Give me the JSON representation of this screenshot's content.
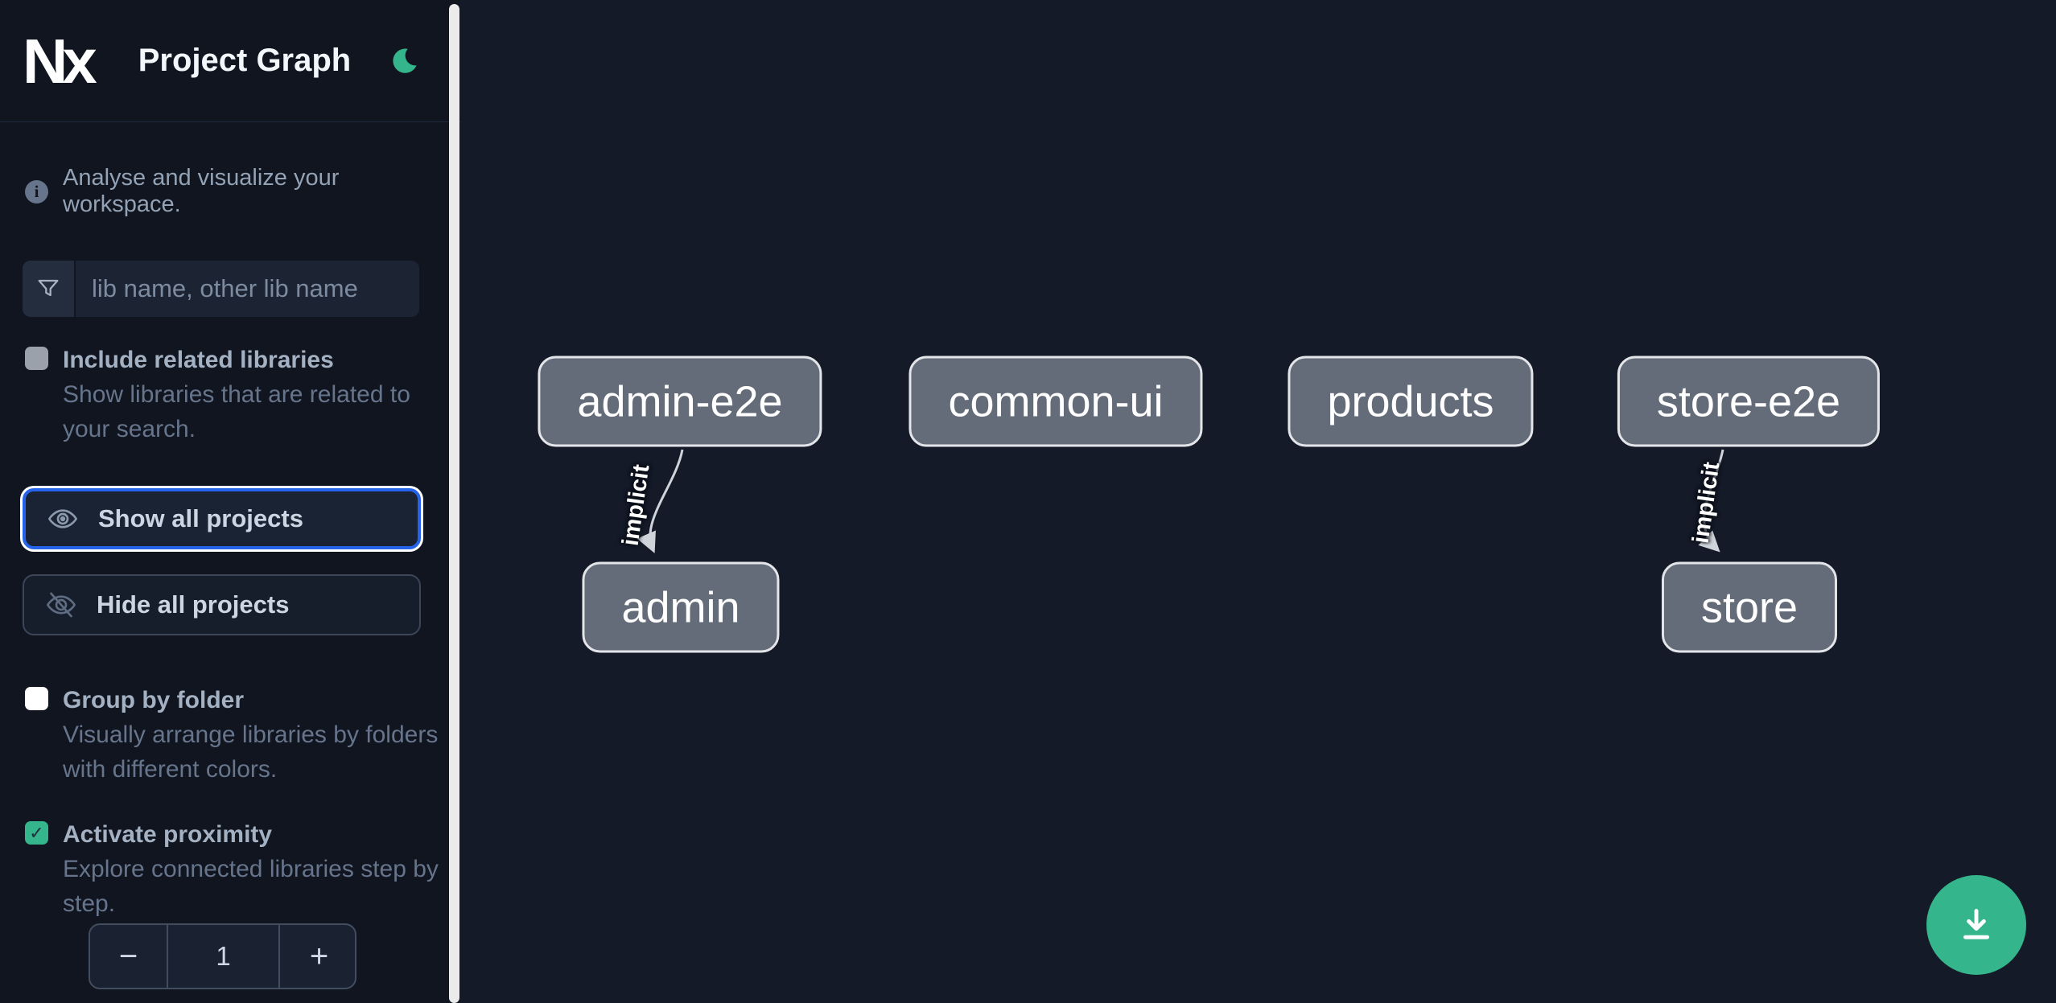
{
  "header": {
    "logo_text": "Nx",
    "title": "Project Graph"
  },
  "sidebar": {
    "info_glyph": "i",
    "tagline": "Analyse and visualize your workspace.",
    "search": {
      "placeholder": "lib name, other lib name",
      "value": ""
    },
    "include_related": {
      "label": "Include related libraries",
      "description": "Show libraries that are related to your search.",
      "checked": false
    },
    "show_all_button": "Show all projects",
    "hide_all_button": "Hide all projects",
    "group_by_folder": {
      "label": "Group by folder",
      "description": "Visually arrange libraries by folders with different colors.",
      "checked": false
    },
    "activate_proximity": {
      "label": "Activate proximity",
      "description": "Explore connected libraries step by step.",
      "checked": true,
      "check_glyph": "✓"
    },
    "proximity_stepper": {
      "decrement": "−",
      "value": "1",
      "increment": "+"
    }
  },
  "graph": {
    "nodes": [
      {
        "label": "admin-e2e"
      },
      {
        "label": "common-ui"
      },
      {
        "label": "products"
      },
      {
        "label": "store-e2e"
      },
      {
        "label": "admin"
      },
      {
        "label": "store"
      }
    ],
    "edges": [
      {
        "from": "admin-e2e",
        "to": "admin",
        "label": "implicit"
      },
      {
        "from": "store-e2e",
        "to": "store",
        "label": "implicit"
      }
    ]
  },
  "colors": {
    "accent_green": "#35b58b",
    "focus_blue": "#2563eb",
    "node_fill": "#656c79",
    "edge": "#cfd4da",
    "sidebar_bg": "#10151f",
    "canvas_bg": "#141a28"
  }
}
